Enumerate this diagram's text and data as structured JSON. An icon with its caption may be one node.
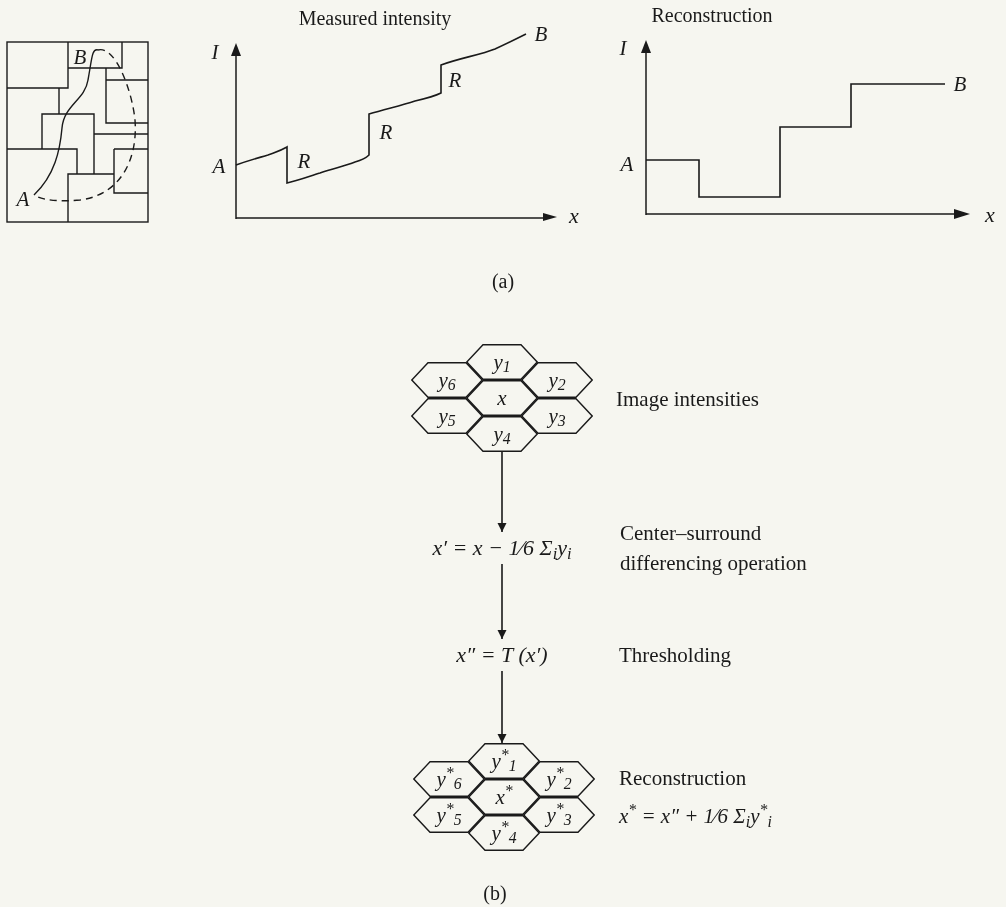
{
  "diagram": {
    "nodes": [
      {
        "text": [
          "y$_{1}$"
        ]
      },
      {
        "text": [
          "y$_{6}$"
        ]
      },
      {
        "text": [
          "y$_{2}$"
        ]
      },
      {
        "text": [
          "x"
        ]
      },
      {
        "text": [
          "y$_{5}$"
        ]
      },
      {
        "text": [
          "y$_{3}$"
        ]
      },
      {
        "text": [
          "y$_{4}$"
        ]
      },
      {
        "text": [
          "x′ = x − 1⁄6 Σ$_{i}$y$_{i}$"
        ],
        "beside": [
          "Center–surround differencing operation"
        ]
      },
      {
        "text": [
          "x″ = T (x′)"
        ],
        "beside": [
          "Thresholding"
        ]
      },
      {
        "text": [
          "y$^{*}$$_{1}$"
        ]
      },
      {
        "text": [
          "y$^{*}$$_{6}$"
        ]
      },
      {
        "text": [
          "y$^{*}$$_{2}$"
        ]
      },
      {
        "text": [
          "x$^{*}$"
        ]
      },
      {
        "text": [
          "y$^{*}$$_{5}$"
        ]
      },
      {
        "text": [
          "y$^{*}$$_{3}$"
        ]
      },
      {
        "text": [
          "y$^{*}$$_{4}$"
        ]
      }
    ],
    "edges": [
      {
        "from": 6,
        "to": 7,
        "arrow": "to"
      },
      {
        "from": 7,
        "to": 8,
        "arrow": "to"
      },
      {
        "from": 8,
        "to": 9,
        "arrow": "to"
      }
    ],
    "labels": [
      "B",
      "A",
      "Measured intensity",
      "I",
      "B",
      "R",
      "R",
      "A",
      "R",
      "x",
      "Reconstruction",
      "I",
      "B",
      "A",
      "x",
      "(a)",
      "Image intensities",
      "Reconstruction",
      "x$^{*}$ = x″ + 1⁄6 Σ$_{i}$y$^{*}$$_{i}$",
      "(b)"
    ]
  }
}
